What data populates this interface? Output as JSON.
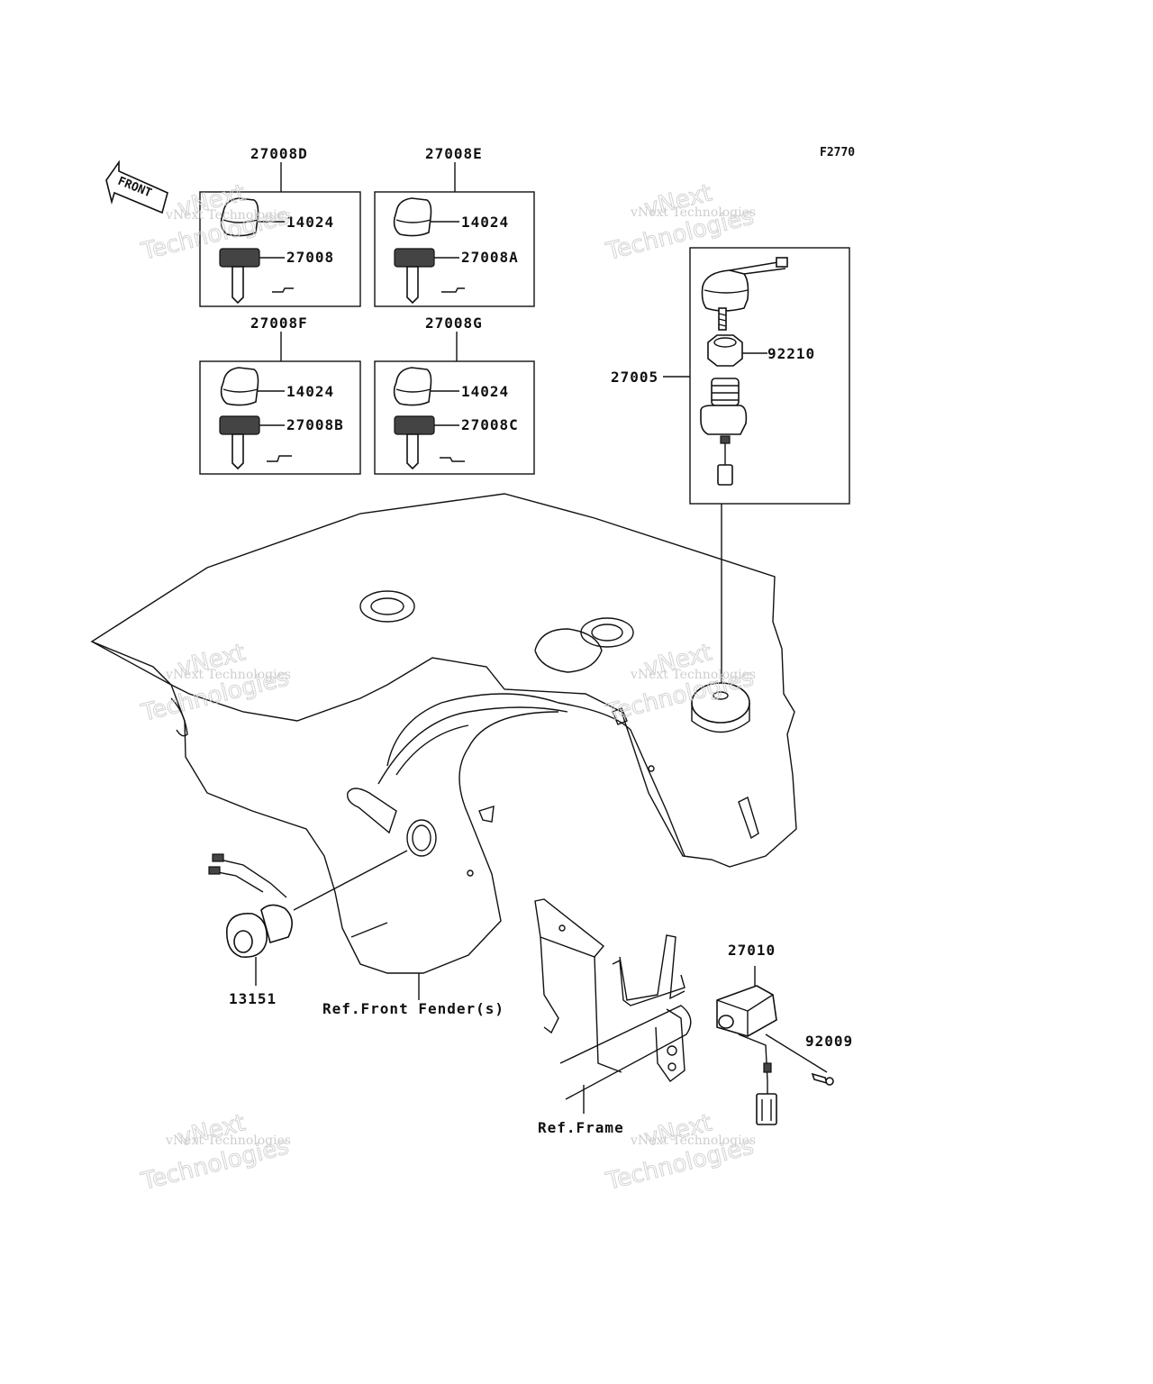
{
  "figure_code": "F2770",
  "front_arrow": "FRONT",
  "labels": {
    "kit_d": "27008D",
    "kit_e": "27008E",
    "kit_f": "27008F",
    "kit_g": "27008G",
    "knob_d": "14024",
    "knob_e": "14024",
    "knob_f": "14024",
    "knob_g": "14024",
    "key_d": "27008",
    "key_e": "27008A",
    "key_f": "27008B",
    "key_g": "27008C",
    "ignition_switch": "27005",
    "nut": "92210",
    "switch_13151": "13151",
    "ref_front_fender": "Ref.Front Fender(s)",
    "part_27010": "27010",
    "bolt": "92009",
    "ref_frame": "Ref.Frame"
  },
  "watermark": {
    "line1": "vNext",
    "line2": "vNext Technologies",
    "line3": "Technologies"
  }
}
